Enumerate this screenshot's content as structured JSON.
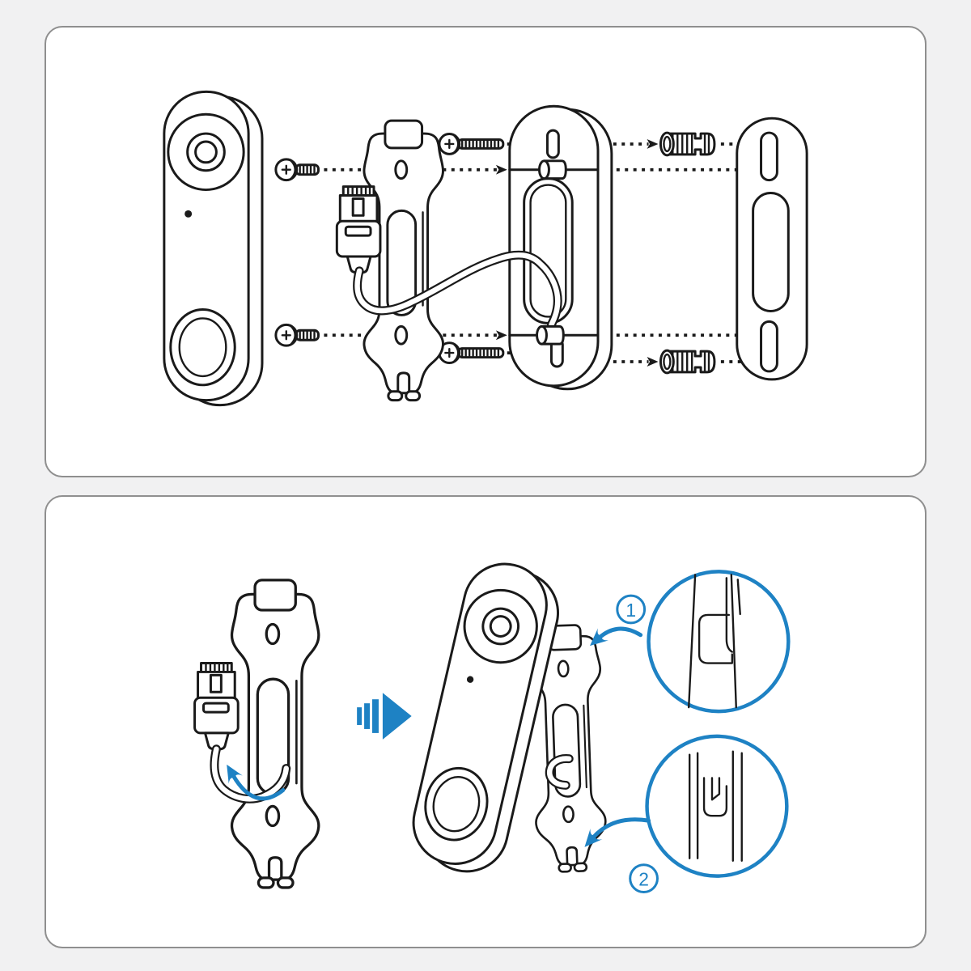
{
  "colors": {
    "page_bg": "#F1F1F2",
    "panel_bg": "#FFFFFF",
    "panel_border": "#8F8F8F",
    "line": "#1A1A1A",
    "accent": "#1E82C4"
  },
  "panels": {
    "top": {
      "name": "exploded-assembly-diagram",
      "components": [
        "video-doorbell",
        "machine-screw-top",
        "machine-screw-bottom",
        "mounting-bracket",
        "ethernet-cable",
        "wood-screw-top",
        "wood-screw-bottom",
        "back-plate",
        "wall-anchor-top",
        "wall-anchor-bottom",
        "mounting-template"
      ]
    },
    "bottom": {
      "name": "installation-steps-diagram",
      "steps": [
        {
          "label": "1",
          "name": "hook-top-tab"
        },
        {
          "label": "2",
          "name": "snap-bottom-clip"
        }
      ],
      "components": [
        "mounting-bracket-with-cable",
        "cable-routing-arrow",
        "proceed-arrow",
        "doorbell-attached-to-bracket",
        "top-hook-detail-callout",
        "bottom-hook-detail-callout"
      ]
    }
  }
}
